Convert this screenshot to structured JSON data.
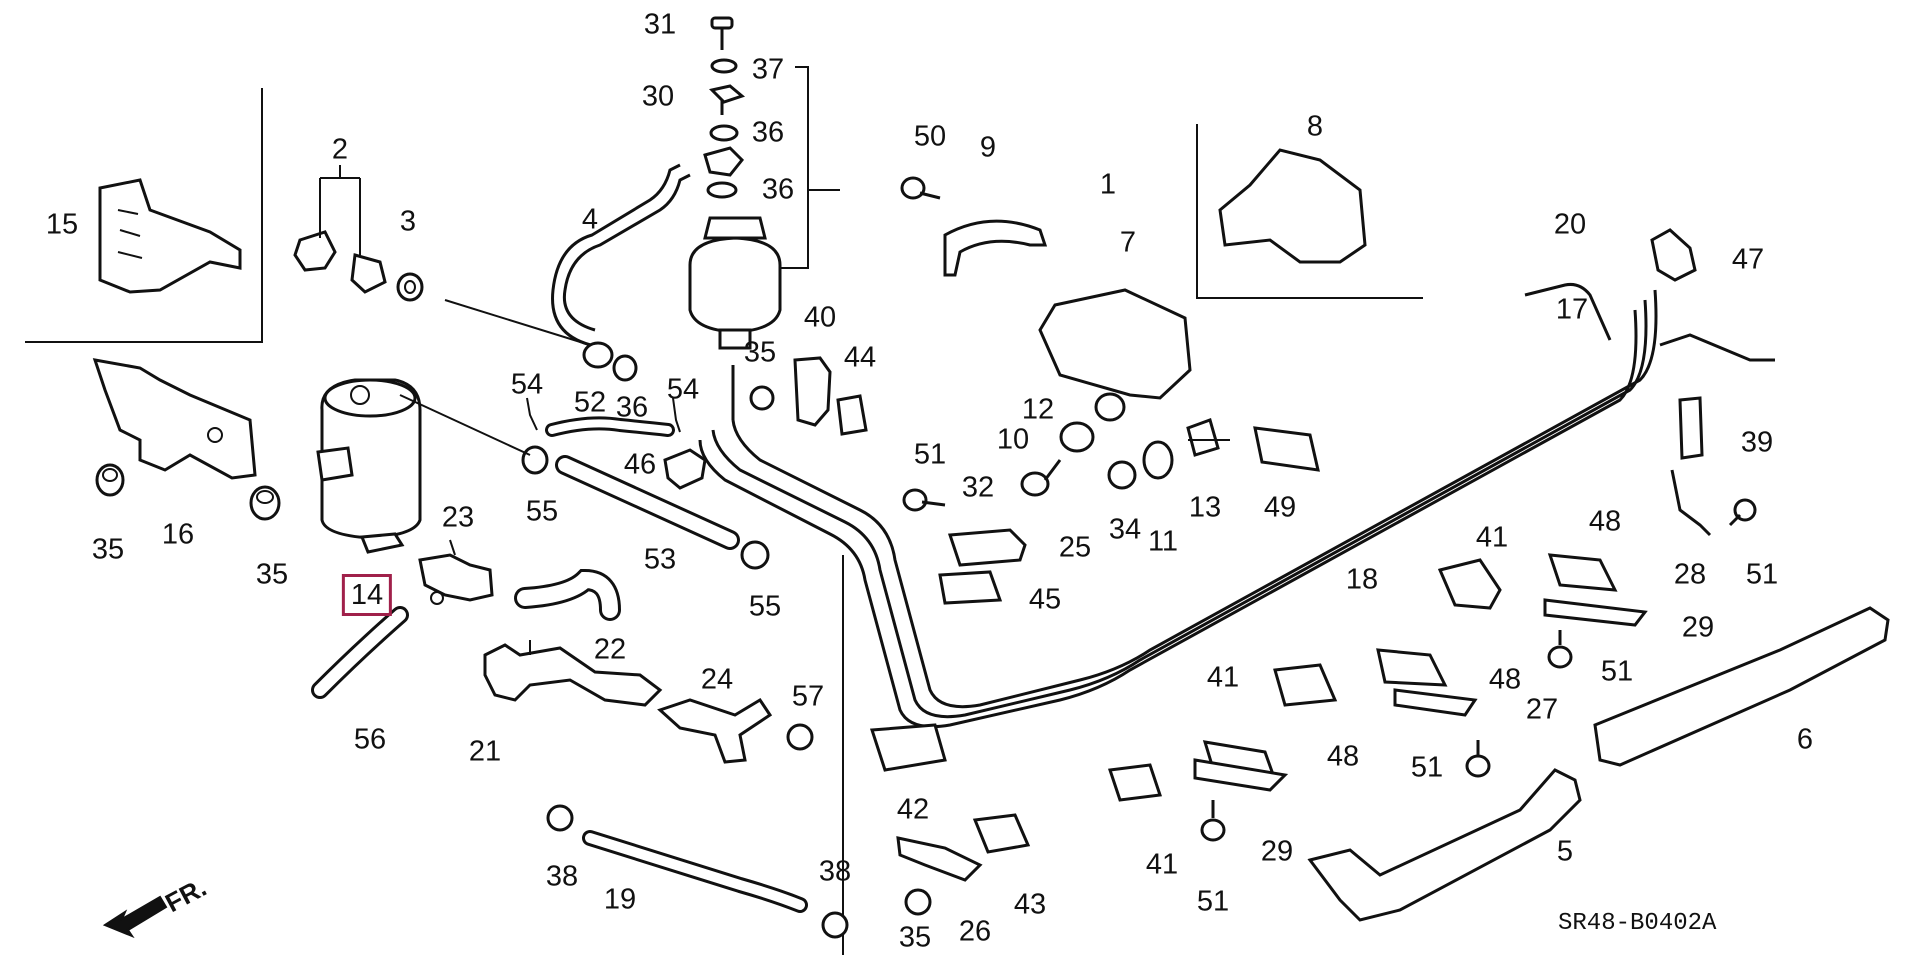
{
  "diagram": {
    "parts": [
      {
        "id": "p1",
        "label": "1"
      },
      {
        "id": "p2",
        "label": "2"
      },
      {
        "id": "p3",
        "label": "3"
      },
      {
        "id": "p4",
        "label": "4"
      },
      {
        "id": "p5",
        "label": "5"
      },
      {
        "id": "p6",
        "label": "6"
      },
      {
        "id": "p7",
        "label": "7"
      },
      {
        "id": "p8",
        "label": "8"
      },
      {
        "id": "p9",
        "label": "9"
      },
      {
        "id": "p10",
        "label": "10"
      },
      {
        "id": "p11",
        "label": "11"
      },
      {
        "id": "p12",
        "label": "12"
      },
      {
        "id": "p13",
        "label": "13"
      },
      {
        "id": "p14",
        "label": "14"
      },
      {
        "id": "p15",
        "label": "15"
      },
      {
        "id": "p16",
        "label": "16"
      },
      {
        "id": "p17",
        "label": "17"
      },
      {
        "id": "p18",
        "label": "18"
      },
      {
        "id": "p19",
        "label": "19"
      },
      {
        "id": "p20",
        "label": "20"
      },
      {
        "id": "p21",
        "label": "21"
      },
      {
        "id": "p22",
        "label": "22"
      },
      {
        "id": "p23",
        "label": "23"
      },
      {
        "id": "p24",
        "label": "24"
      },
      {
        "id": "p25",
        "label": "25"
      },
      {
        "id": "p26",
        "label": "26"
      },
      {
        "id": "p27",
        "label": "27"
      },
      {
        "id": "p28",
        "label": "28"
      },
      {
        "id": "p29a",
        "label": "29"
      },
      {
        "id": "p29b",
        "label": "29"
      },
      {
        "id": "p30",
        "label": "30"
      },
      {
        "id": "p31",
        "label": "31"
      },
      {
        "id": "p32",
        "label": "32"
      },
      {
        "id": "p34",
        "label": "34"
      },
      {
        "id": "p35a",
        "label": "35"
      },
      {
        "id": "p35b",
        "label": "35"
      },
      {
        "id": "p35c",
        "label": "35"
      },
      {
        "id": "p35d",
        "label": "35"
      },
      {
        "id": "p36a",
        "label": "36"
      },
      {
        "id": "p36b",
        "label": "36"
      },
      {
        "id": "p36c",
        "label": "36"
      },
      {
        "id": "p37",
        "label": "37"
      },
      {
        "id": "p38a",
        "label": "38"
      },
      {
        "id": "p38b",
        "label": "38"
      },
      {
        "id": "p39",
        "label": "39"
      },
      {
        "id": "p40",
        "label": "40"
      },
      {
        "id": "p41a",
        "label": "41"
      },
      {
        "id": "p41b",
        "label": "41"
      },
      {
        "id": "p41c",
        "label": "41"
      },
      {
        "id": "p42",
        "label": "42"
      },
      {
        "id": "p43",
        "label": "43"
      },
      {
        "id": "p44",
        "label": "44"
      },
      {
        "id": "p45",
        "label": "45"
      },
      {
        "id": "p46",
        "label": "46"
      },
      {
        "id": "p47",
        "label": "47"
      },
      {
        "id": "p48a",
        "label": "48"
      },
      {
        "id": "p48b",
        "label": "48"
      },
      {
        "id": "p48c",
        "label": "48"
      },
      {
        "id": "p49",
        "label": "49"
      },
      {
        "id": "p50",
        "label": "50"
      },
      {
        "id": "p51a",
        "label": "51"
      },
      {
        "id": "p51b",
        "label": "51"
      },
      {
        "id": "p51c",
        "label": "51"
      },
      {
        "id": "p51d",
        "label": "51"
      },
      {
        "id": "p51e",
        "label": "51"
      },
      {
        "id": "p52",
        "label": "52"
      },
      {
        "id": "p53",
        "label": "53"
      },
      {
        "id": "p54a",
        "label": "54"
      },
      {
        "id": "p54b",
        "label": "54"
      },
      {
        "id": "p55a",
        "label": "55"
      },
      {
        "id": "p55b",
        "label": "55"
      },
      {
        "id": "p56",
        "label": "56"
      },
      {
        "id": "p57",
        "label": "57"
      }
    ],
    "highlighted_part": "14",
    "diagram_code": "SR48-B0402A",
    "direction_label": "FR."
  }
}
